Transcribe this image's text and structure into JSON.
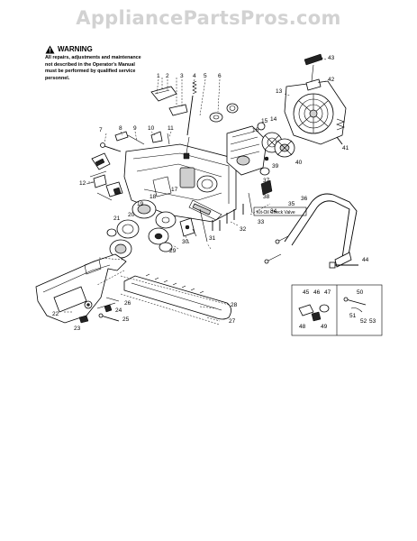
{
  "watermark": "AppliancePartsPros.com",
  "warning": {
    "title": "WARNING",
    "text": "All repairs, adjustments and maintenance not described in the Operator's Manual must be performed by qualified service personnel."
  },
  "kit_label": "Kit-Oil Check Valve",
  "callouts": {
    "c1": "1",
    "c2": "2",
    "c3": "3",
    "c4": "4",
    "c5": "5",
    "c6": "6",
    "c7": "7",
    "c8": "8",
    "c9": "9",
    "c10": "10",
    "c11": "11",
    "c12": "12",
    "c13": "13",
    "c14": "14",
    "c15": "15",
    "c16": "16",
    "c17": "17",
    "c18": "18",
    "c19": "19",
    "c20": "20",
    "c21": "21",
    "c22": "22",
    "c23": "23",
    "c24": "24",
    "c25": "25",
    "c26": "26",
    "c27": "27",
    "c28": "28",
    "c29": "29",
    "c30": "30",
    "c31": "31",
    "c32": "32",
    "c33": "33",
    "c34": "34",
    "c35": "35",
    "c36": "36",
    "c37": "37",
    "c38": "38",
    "c39": "39",
    "c40": "40",
    "c41": "41",
    "c42": "42",
    "c43": "43",
    "c44": "44",
    "c45": "45",
    "c46": "46",
    "c47": "47",
    "c48": "48",
    "c49": "49",
    "c50": "50",
    "c51": "51",
    "c52": "52",
    "c53": "53"
  }
}
